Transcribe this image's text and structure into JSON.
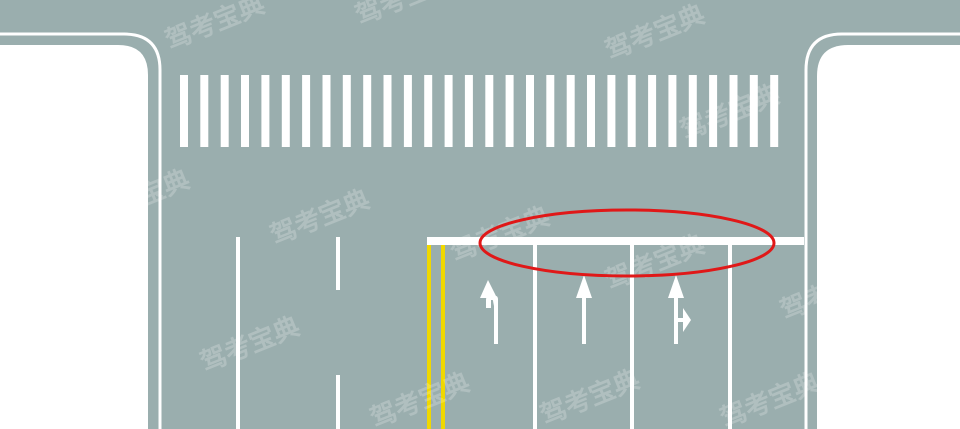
{
  "colors": {
    "road": "#9aaeae",
    "sidewalk": "#ffffff",
    "curb": "#ffffff",
    "marking": "#ffffff",
    "center_line": "#f0d800",
    "highlight": "#e01818"
  },
  "lane_arrows": [
    "left-turn-arrow",
    "straight-arrow",
    "straight-right-arrow"
  ],
  "watermark": "驾考宝典"
}
